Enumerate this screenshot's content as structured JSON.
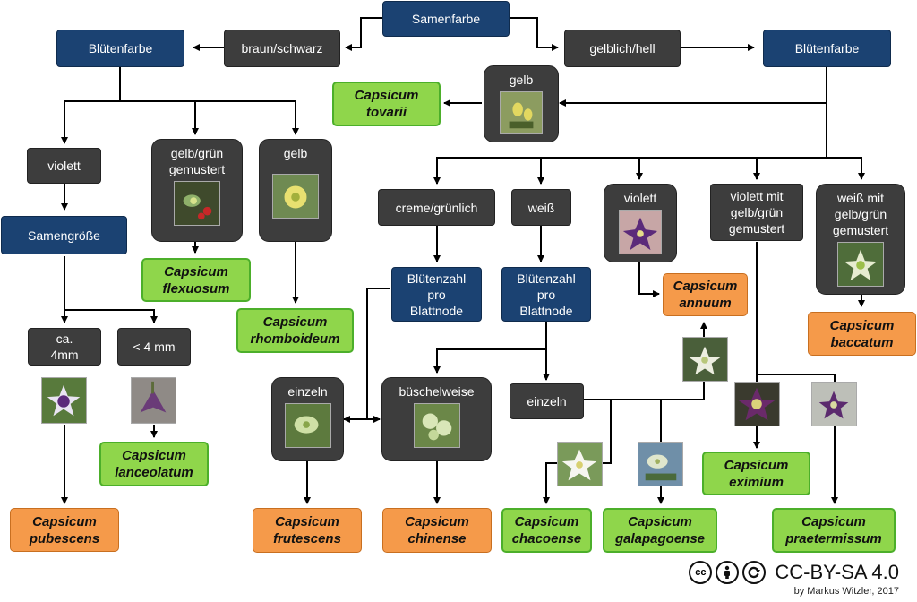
{
  "nodes": {
    "samenfarbe": "Samenfarbe",
    "braun_schwarz": "braun/schwarz",
    "gelblich_hell": "gelblich/hell",
    "bluetenfarbe_left": "Blütenfarbe",
    "bluetenfarbe_right": "Blütenfarbe",
    "violett_left": "violett",
    "samengroesse": "Samengröße",
    "gelb_gruen_gemustert_l1": "gelb/grün",
    "gelb_gruen_gemustert_l2": "gemustert",
    "gelb_left": "gelb",
    "ca4mm_l1": "ca.",
    "ca4mm_l2": "4mm",
    "lt4mm": "< 4 mm",
    "gelb_right": "gelb",
    "creme": "creme/grünlich",
    "weiss": "weiß",
    "violett_right": "violett",
    "violett_mit_l1": "violett mit",
    "violett_mit_l2": "gelb/grün",
    "violett_mit_l3": "gemustert",
    "weiss_mit_l1": "weiß mit",
    "weiss_mit_l2": "gelb/grün",
    "weiss_mit_l3": "gemustert",
    "bz1_l1": "Blütenzahl",
    "bz1_l2": "pro",
    "bz1_l3": "Blattnode",
    "bz2_l1": "Blütenzahl",
    "bz2_l2": "pro",
    "bz2_l3": "Blattnode",
    "einzeln_left": "einzeln",
    "bueschelweise": "büschelweise",
    "einzeln_right": "einzeln"
  },
  "species": {
    "tovarii": [
      "Capsicum",
      "tovarii"
    ],
    "flexuosum": [
      "Capsicum",
      "flexuosum"
    ],
    "rhomboideum": [
      "Capsicum",
      "rhomboideum"
    ],
    "lanceolatum": [
      "Capsicum",
      "lanceolatum"
    ],
    "pubescens": [
      "Capsicum",
      "pubescens"
    ],
    "frutescens": [
      "Capsicum",
      "frutescens"
    ],
    "chinense": [
      "Capsicum",
      "chinense"
    ],
    "annuum": [
      "Capsicum",
      "annuum"
    ],
    "baccatum": [
      "Capsicum",
      "baccatum"
    ],
    "chacoense": [
      "Capsicum",
      "chacoense"
    ],
    "galapagoense": [
      "Capsicum",
      "galapagoense"
    ],
    "eximium": [
      "Capsicum",
      "eximium"
    ],
    "praetermissum": [
      "Capsicum",
      "praetermissum"
    ]
  },
  "colors": {
    "decision_blue": "#1b4272",
    "option_dark": "#3d3d3d",
    "species_green": "#8fd64b",
    "species_orange": "#f59a4a",
    "edge": "#000000"
  },
  "license": {
    "text": "CC-BY-SA 4.0",
    "byline": "by Markus Witzler, 2017",
    "icons": [
      "cc-icon",
      "by-icon",
      "sa-icon"
    ]
  }
}
